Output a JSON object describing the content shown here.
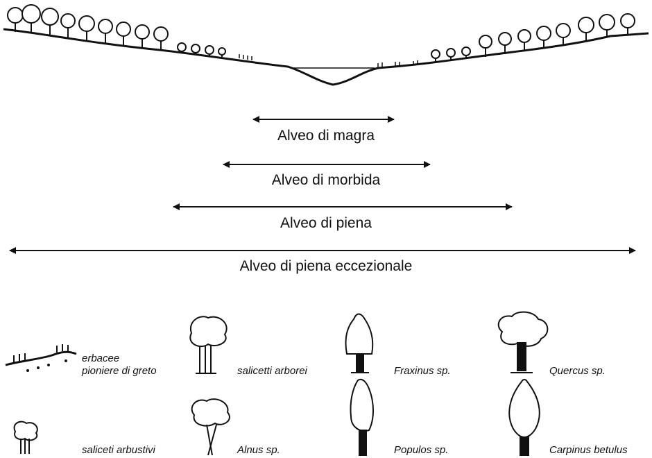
{
  "diagram": {
    "channel_levels": [
      {
        "label": "Alveo di magra"
      },
      {
        "label": "Alveo di morbida"
      },
      {
        "label": "Alveo di piena"
      },
      {
        "label": "Alveo di piena eccezionale"
      }
    ],
    "legend": [
      {
        "label_line1": "erbacee",
        "label_line2": "pioniere di greto",
        "icon": "grass-bank-icon"
      },
      {
        "label": "salicetti arborei",
        "icon": "willow-tree-icon"
      },
      {
        "label": "Fraxinus sp.",
        "icon": "ash-tree-icon"
      },
      {
        "label": "Quercus sp.",
        "icon": "oak-tree-icon"
      },
      {
        "label": "saliceti arbustivi",
        "icon": "willow-shrub-icon"
      },
      {
        "label": "Alnus sp.",
        "icon": "alder-tree-icon"
      },
      {
        "label": "Populos sp.",
        "icon": "poplar-tree-icon"
      },
      {
        "label": "Carpinus betulus",
        "icon": "hornbeam-tree-icon"
      }
    ]
  }
}
